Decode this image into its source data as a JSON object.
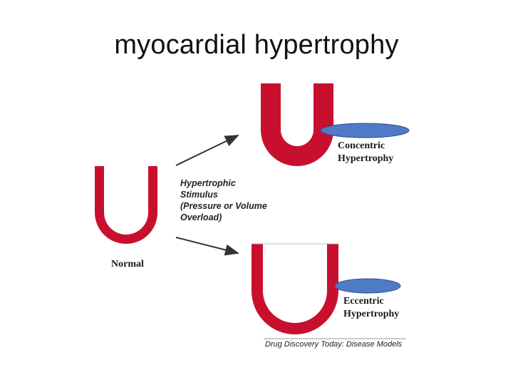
{
  "slide": {
    "title": "myocardial hypertrophy"
  },
  "figure": {
    "labels": {
      "normal": "Normal",
      "stimulus": [
        "Hypertrophic",
        "Stimulus",
        "(Pressure or Volume",
        "Overload)"
      ],
      "concentric": [
        "Concentric",
        "Hypertrophy"
      ],
      "eccentric": [
        "Eccentric",
        "Hypertrophy"
      ]
    },
    "credit": "Drug Discovery Today: Disease Models",
    "colors": {
      "wall": "#c8102e",
      "cavity": "#ffffff",
      "marker_fill": "#4f7ac7",
      "marker_stroke": "#2f4f8a",
      "arrow": "#333333"
    }
  }
}
